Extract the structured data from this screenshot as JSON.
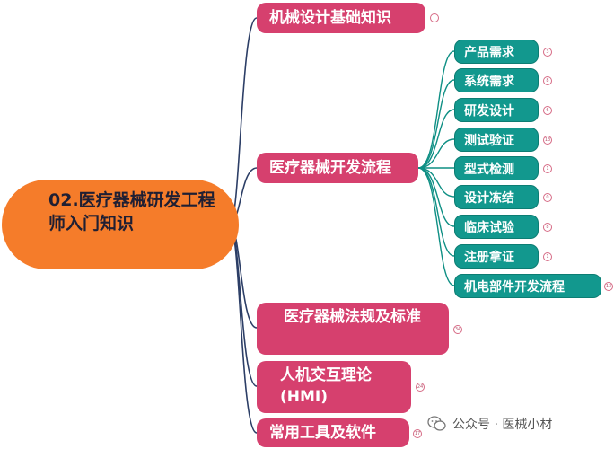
{
  "root": {
    "label": "02.医疗器械研发工程师入门知识"
  },
  "branches": [
    {
      "label": "机械设计基础知识",
      "badge": ""
    },
    {
      "label": "医疗器械开发流程",
      "badge": ""
    },
    {
      "label": "医疗器械法规及标准",
      "badge": "34"
    },
    {
      "label": "人机交互理论(HMI)",
      "badge": "24"
    },
    {
      "label": "常用工具及软件",
      "badge": "17"
    }
  ],
  "process_steps": [
    {
      "label": "产品需求",
      "badge": "3"
    },
    {
      "label": "系统需求",
      "badge": "8"
    },
    {
      "label": "研发设计",
      "badge": "6"
    },
    {
      "label": "测试验证",
      "badge": "13"
    },
    {
      "label": "型式检测",
      "badge": "1"
    },
    {
      "label": "设计冻结",
      "badge": "0"
    },
    {
      "label": "临床试验",
      "badge": "8"
    },
    {
      "label": "注册拿证",
      "badge": "1"
    },
    {
      "label": "机电部件开发流程",
      "badge": "13"
    }
  ],
  "watermark": {
    "text": "公众号 · 医械小材"
  },
  "colors": {
    "root": "#f57c2a",
    "branch": "#d6406e",
    "step": "#12988e",
    "line_main": "#2c3e66",
    "line_sub": "#0e8f84"
  }
}
